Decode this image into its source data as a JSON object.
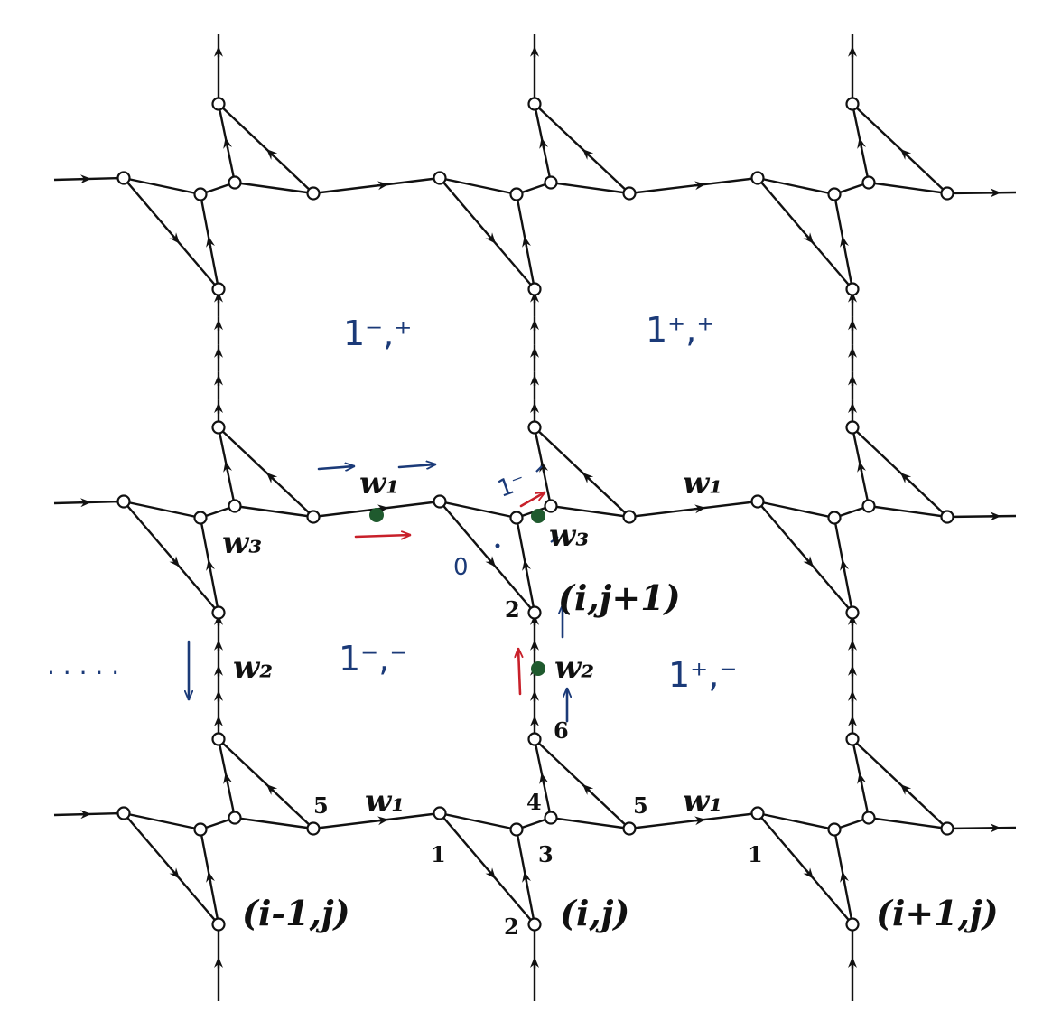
{
  "labels": {
    "coord_im1_j": "(i-1,j)",
    "coord_i_j": "(i,j)",
    "coord_ip1_j": "(i+1,j)",
    "coord_i_jp1": "(i,j+1)",
    "w1": "w₁",
    "w2": "w₂",
    "w3": "w₃"
  },
  "port_numbers": {
    "p1": "1",
    "p2": "2",
    "p3": "3",
    "p4": "4",
    "p5": "5",
    "p6": "6"
  },
  "handwritten": {
    "face_tl": "1⁻,⁺",
    "face_tr": "1⁺,⁺",
    "face_bl": "1⁻,⁻",
    "face_br": "1⁺,⁻",
    "zero": "0",
    "one_dash": "1⁻",
    "dots": ". . . . ."
  },
  "colors": {
    "ink": "#111111",
    "hand_blue": "#1b3a78",
    "hand_red": "#c8202a",
    "marker_green": "#1f5a2e"
  }
}
